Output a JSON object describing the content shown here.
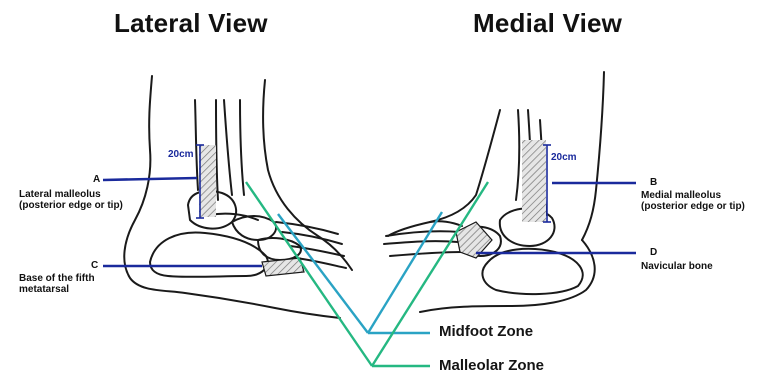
{
  "titles": {
    "lateral": "Lateral View",
    "medial": "Medial View"
  },
  "measurements": {
    "lateral": "20cm",
    "medial": "20cm"
  },
  "landmarks": [
    {
      "letter": "A",
      "name": "Lateral malleolus\n(posterior edge or tip)"
    },
    {
      "letter": "B",
      "name": "Medial malleolus\n(posterior edge or tip)"
    },
    {
      "letter": "C",
      "name": "Base of the fifth\nmetatarsal"
    },
    {
      "letter": "D",
      "name": "Navicular bone"
    }
  ],
  "zones": {
    "midfoot": "Midfoot Zone",
    "malleolar": "Malleolar Zone"
  },
  "colors": {
    "landmark_line": "#1a2a9c",
    "midfoot_zone": "#2aa3c4",
    "malleolar_zone": "#25b882",
    "sketch": "#1a1a1a"
  }
}
